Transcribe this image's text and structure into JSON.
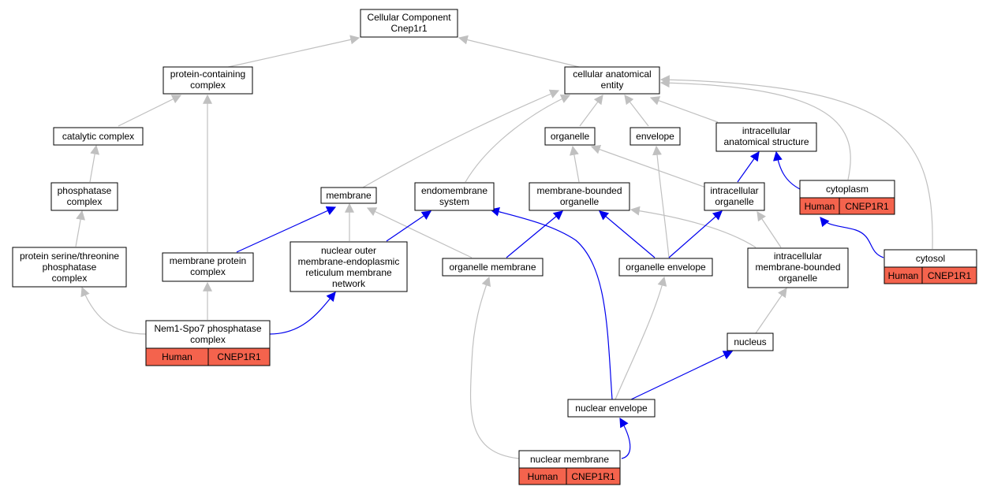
{
  "colors": {
    "gray_edge": "#c0c0c0",
    "blue_edge": "#0000ee",
    "annotation_fill": "#f4634d"
  },
  "nodes": {
    "root": [
      "Cellular Component",
      "Cnep1r1"
    ],
    "protein_containing_complex": [
      "protein-containing",
      "complex"
    ],
    "cellular_anatomical_entity": [
      "cellular anatomical",
      "entity"
    ],
    "catalytic_complex": [
      "catalytic complex"
    ],
    "organelle": [
      "organelle"
    ],
    "envelope": [
      "envelope"
    ],
    "intracellular_anatomical_structure": [
      "intracellular",
      "anatomical structure"
    ],
    "phosphatase_complex": [
      "phosphatase",
      "complex"
    ],
    "membrane": [
      "membrane"
    ],
    "endomembrane_system": [
      "endomembrane",
      "system"
    ],
    "membrane_bounded_organelle": [
      "membrane-bounded",
      "organelle"
    ],
    "intracellular_organelle": [
      "intracellular",
      "organelle"
    ],
    "cytoplasm": [
      "cytoplasm"
    ],
    "ps_threonine_phosphatase_complex": [
      "protein serine/threonine",
      "phosphatase",
      "complex"
    ],
    "membrane_protein_complex": [
      "membrane protein",
      "complex"
    ],
    "nuclear_outer_membrane_er_network": [
      "nuclear outer",
      "membrane-endoplasmic",
      "reticulum membrane",
      "network"
    ],
    "organelle_membrane": [
      "organelle membrane"
    ],
    "organelle_envelope": [
      "organelle envelope"
    ],
    "intracellular_membrane_bounded_organelle": [
      "intracellular",
      "membrane-bounded",
      "organelle"
    ],
    "cytosol": [
      "cytosol"
    ],
    "nem1_spo7": [
      "Nem1-Spo7 phosphatase",
      "complex"
    ],
    "nucleus": [
      "nucleus"
    ],
    "nuclear_envelope": [
      "nuclear envelope"
    ],
    "nuclear_membrane": [
      "nuclear membrane"
    ]
  },
  "annotations": {
    "cytoplasm": [
      "Human",
      "CNEP1R1"
    ],
    "cytosol": [
      "Human",
      "CNEP1R1"
    ],
    "nem1_spo7": [
      "Human",
      "CNEP1R1"
    ],
    "nuclear_membrane": [
      "Human",
      "CNEP1R1"
    ]
  }
}
